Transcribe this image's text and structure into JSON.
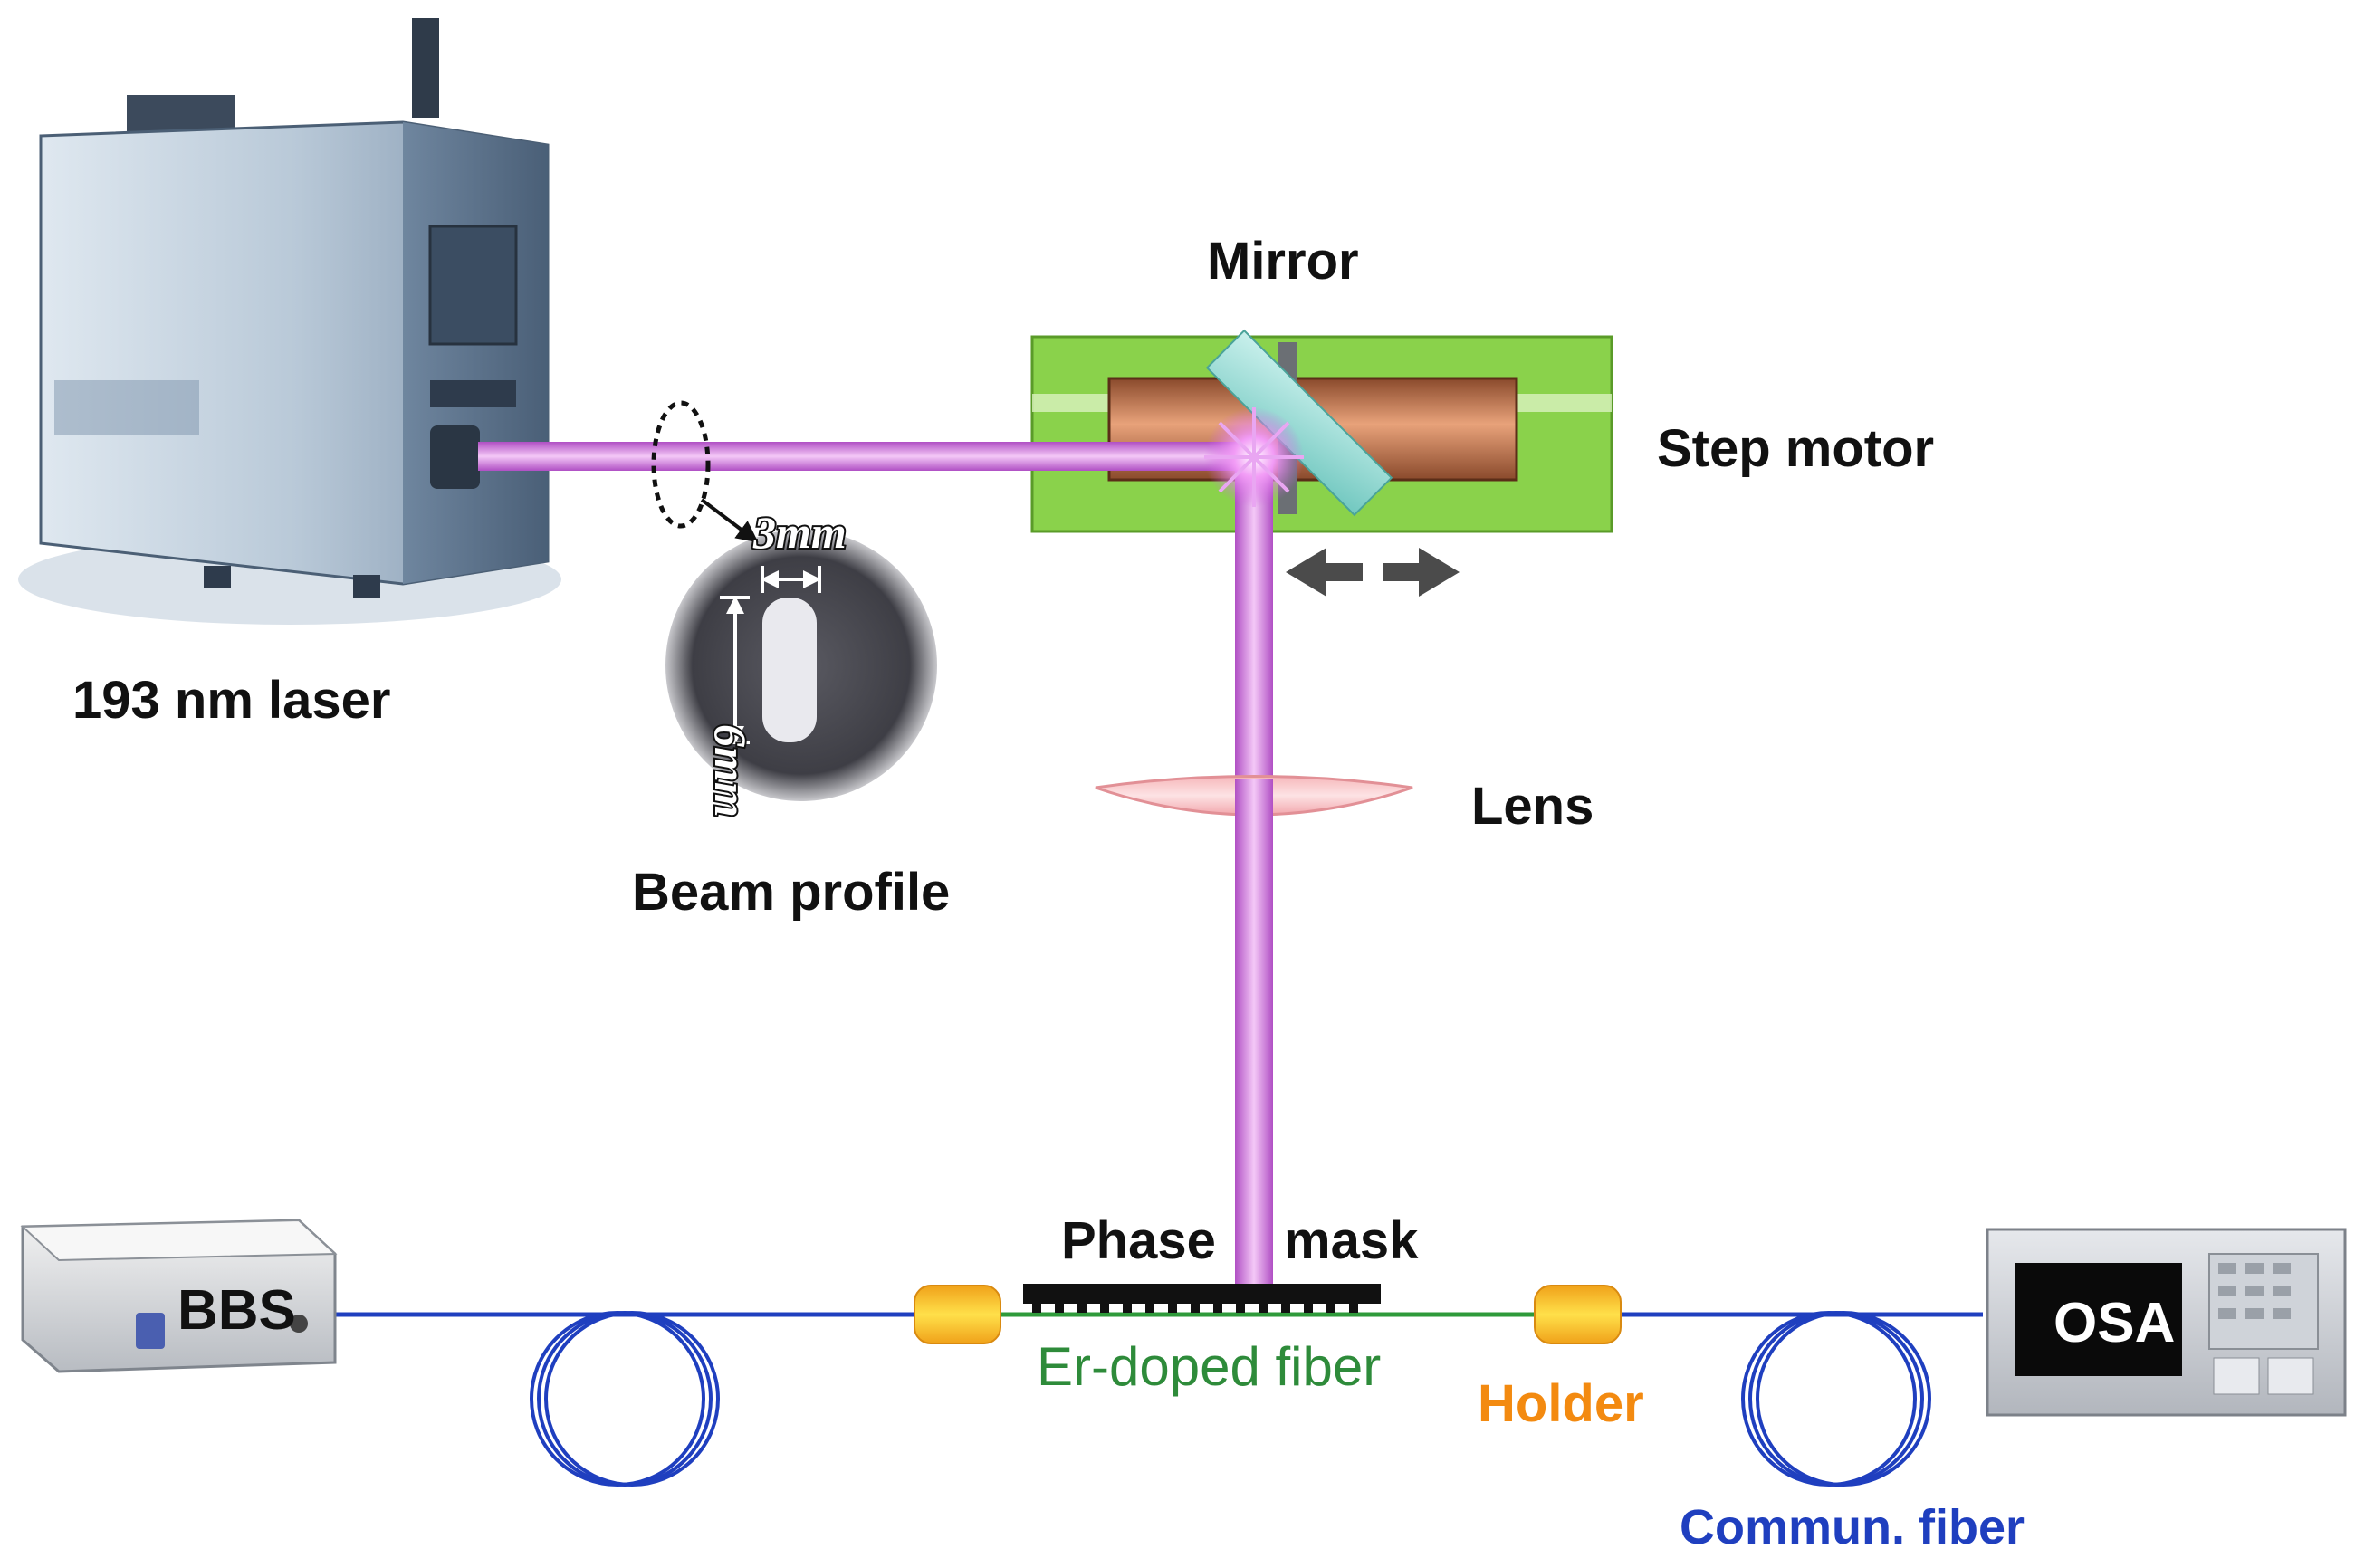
{
  "labels": {
    "laser": "193 nm  laser",
    "mirror": "Mirror",
    "step_motor": "Step motor",
    "lens": "Lens",
    "beam_profile": "Beam profile",
    "beam_width": "3mm",
    "beam_height": "6mm",
    "phase_mask_1": "Phase",
    "phase_mask_2": "mask",
    "er_fiber": "Er-doped fiber",
    "holder": "Holder",
    "commun_fiber": "Commun. fiber",
    "bbs": "BBS",
    "osa": "OSA"
  },
  "colors": {
    "laser_beam": "#d77ee0",
    "commun_fiber": "#1f3fbf",
    "er_fiber": "#2e9a3a",
    "holder": "#f39a1e",
    "motor_body": "#7ecf3c",
    "motor_rod": "#c5714a",
    "er_label": "#2e8b3a",
    "holder_label": "#f38a10",
    "commun_label": "#1f3fbf"
  }
}
